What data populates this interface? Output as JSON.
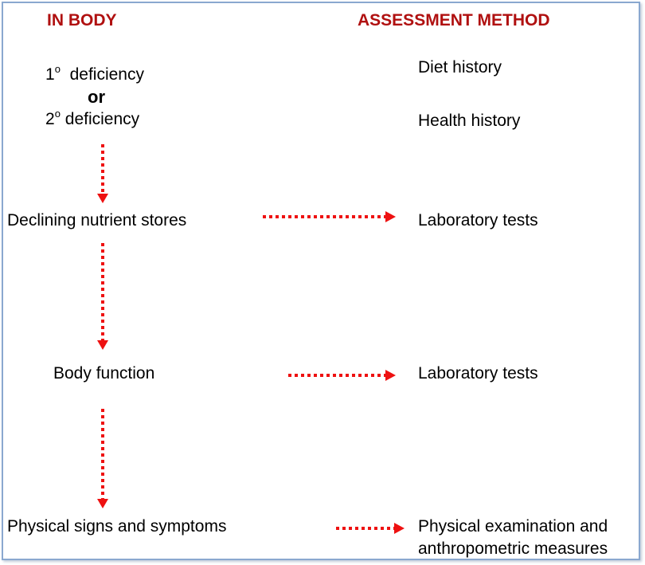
{
  "headers": {
    "left": "IN BODY",
    "right": "ASSESSMENT METHOD"
  },
  "deficiency": {
    "primary_num": "1",
    "primary_sup": "o",
    "primary_label": "deficiency",
    "connector": "or",
    "secondary_num": "2",
    "secondary_sup": "o",
    "secondary_label": "deficiency"
  },
  "stages": [
    {
      "label": "Declining nutrient stores"
    },
    {
      "label": "Body function"
    },
    {
      "label": "Physical signs and symptoms"
    }
  ],
  "methods": {
    "diet": "Diet history",
    "health": "Health history",
    "lab1": "Laboratory tests",
    "lab2": "Laboratory tests",
    "physical_line1": "Physical examination and",
    "physical_line2": "anthropometric measures"
  },
  "colors": {
    "header": "#b01010",
    "arrow": "#ee1111",
    "border": "#8aa8cf"
  }
}
